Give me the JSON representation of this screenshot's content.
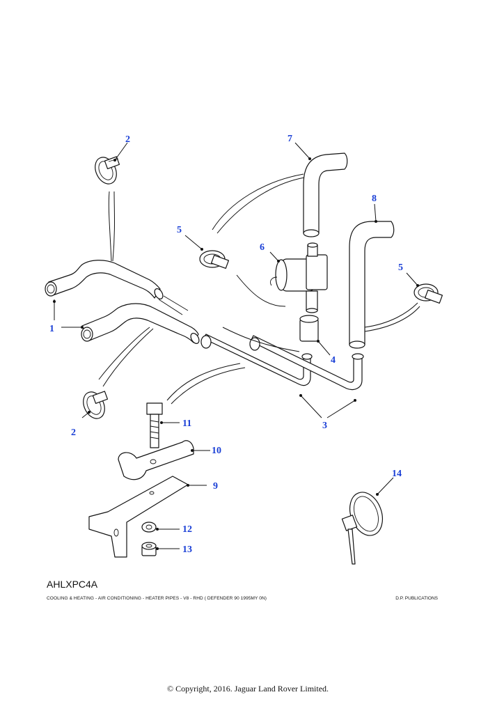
{
  "diagram": {
    "reference_code": "AHLXPC4A",
    "footer_left": "COOLING & HEATING - AIR CONDITIONING - HEATER PIPES - V8 -  RHD ( DEFENDER 90 1995MY 0N)",
    "footer_right": "D.P. PUBLICATIONS",
    "copyright": "© Copyright, 2016. Jaguar Land Rover Limited.",
    "callouts": {
      "c1": "1",
      "c2a": "2",
      "c2b": "2",
      "c3": "3",
      "c4": "4",
      "c5a": "5",
      "c5b": "5",
      "c6": "6",
      "c7": "7",
      "c8": "8",
      "c9": "9",
      "c10": "10",
      "c11": "11",
      "c12": "12",
      "c13": "13",
      "c14": "14"
    },
    "callout_color": "#1a3fd6"
  }
}
